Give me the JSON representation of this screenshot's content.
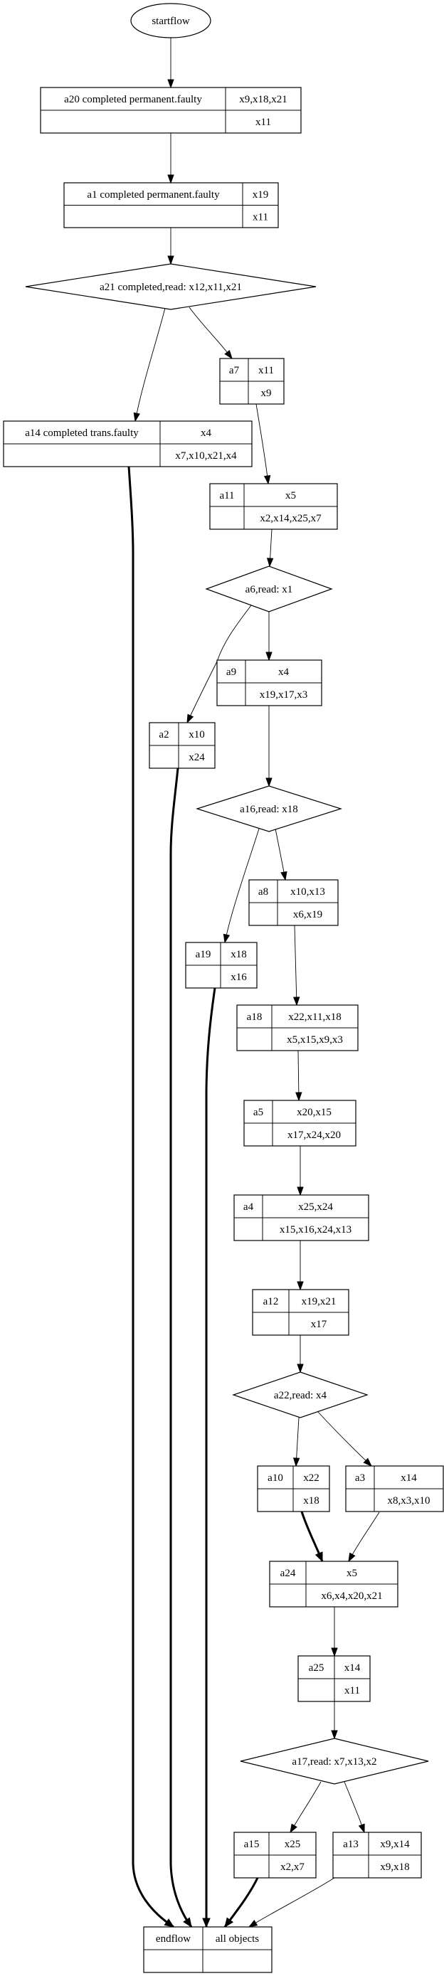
{
  "diagram": {
    "type": "flow-graph",
    "start": {
      "id": "startflow",
      "label": "startflow"
    },
    "nodes": [
      {
        "id": "a20",
        "kind": "record",
        "title": "a20 completed permanent.faulty",
        "top": "x9,x18,x21",
        "bottom": "x11"
      },
      {
        "id": "a1",
        "kind": "record",
        "title": "a1 completed permanent.faulty",
        "top": "x19",
        "bottom": "x11"
      },
      {
        "id": "a21",
        "kind": "decision",
        "label": "a21 completed,read: x12,x11,x21"
      },
      {
        "id": "a7",
        "kind": "record",
        "title": "a7",
        "top": "x11",
        "bottom": "x9"
      },
      {
        "id": "a14",
        "kind": "record",
        "title": "a14 completed trans.faulty",
        "top": "x4",
        "bottom": "x7,x10,x21,x4"
      },
      {
        "id": "a11",
        "kind": "record",
        "title": "a11",
        "top": "x5",
        "bottom": "x2,x14,x25,x7"
      },
      {
        "id": "a6",
        "kind": "decision",
        "label": "a6,read: x1"
      },
      {
        "id": "a9",
        "kind": "record",
        "title": "a9",
        "top": "x4",
        "bottom": "x19,x17,x3"
      },
      {
        "id": "a2",
        "kind": "record",
        "title": "a2",
        "top": "x10",
        "bottom": "x24"
      },
      {
        "id": "a16",
        "kind": "decision",
        "label": "a16,read: x18"
      },
      {
        "id": "a8",
        "kind": "record",
        "title": "a8",
        "top": "x10,x13",
        "bottom": "x6,x19"
      },
      {
        "id": "a19",
        "kind": "record",
        "title": "a19",
        "top": "x18",
        "bottom": "x16"
      },
      {
        "id": "a18",
        "kind": "record",
        "title": "a18",
        "top": "x22,x11,x18",
        "bottom": "x5,x15,x9,x3"
      },
      {
        "id": "a5",
        "kind": "record",
        "title": "a5",
        "top": "x20,x15",
        "bottom": "x17,x24,x20"
      },
      {
        "id": "a4",
        "kind": "record",
        "title": "a4",
        "top": "x25,x24",
        "bottom": "x15,x16,x24,x13"
      },
      {
        "id": "a12",
        "kind": "record",
        "title": "a12",
        "top": "x19,x21",
        "bottom": "x17"
      },
      {
        "id": "a22",
        "kind": "decision",
        "label": "a22,read: x4"
      },
      {
        "id": "a10",
        "kind": "record",
        "title": "a10",
        "top": "x22",
        "bottom": "x18"
      },
      {
        "id": "a3",
        "kind": "record",
        "title": "a3",
        "top": "x14",
        "bottom": "x8,x3,x10"
      },
      {
        "id": "a24",
        "kind": "record",
        "title": "a24",
        "top": "x5",
        "bottom": "x6,x4,x20,x21"
      },
      {
        "id": "a25",
        "kind": "record",
        "title": "a25",
        "top": "x14",
        "bottom": "x11"
      },
      {
        "id": "a17",
        "kind": "decision",
        "label": "a17,read: x7,x13,x2"
      },
      {
        "id": "a15",
        "kind": "record",
        "title": "a15",
        "top": "x25",
        "bottom": "x2,x7"
      },
      {
        "id": "a13",
        "kind": "record",
        "title": "a13",
        "top": "x9,x14",
        "bottom": "x9,x18"
      },
      {
        "id": "endflow",
        "kind": "record",
        "title": "endflow",
        "top": "all objects",
        "bottom": ""
      }
    ],
    "edges": [
      {
        "from": "startflow",
        "to": "a20",
        "bold": false
      },
      {
        "from": "a20",
        "to": "a1",
        "bold": false
      },
      {
        "from": "a1",
        "to": "a21",
        "bold": false
      },
      {
        "from": "a21",
        "to": "a14",
        "bold": false
      },
      {
        "from": "a21",
        "to": "a7",
        "bold": false
      },
      {
        "from": "a7",
        "to": "a11",
        "bold": false
      },
      {
        "from": "a14",
        "to": "endflow",
        "bold": true
      },
      {
        "from": "a11",
        "to": "a6",
        "bold": false
      },
      {
        "from": "a6",
        "to": "a9",
        "bold": false
      },
      {
        "from": "a6",
        "to": "a2",
        "bold": false
      },
      {
        "from": "a2",
        "to": "endflow",
        "bold": true
      },
      {
        "from": "a9",
        "to": "a16",
        "bold": false
      },
      {
        "from": "a16",
        "to": "a8",
        "bold": false
      },
      {
        "from": "a16",
        "to": "a19",
        "bold": false
      },
      {
        "from": "a19",
        "to": "endflow",
        "bold": true
      },
      {
        "from": "a8",
        "to": "a18",
        "bold": false
      },
      {
        "from": "a18",
        "to": "a5",
        "bold": false
      },
      {
        "from": "a5",
        "to": "a4",
        "bold": false
      },
      {
        "from": "a4",
        "to": "a12",
        "bold": false
      },
      {
        "from": "a12",
        "to": "a22",
        "bold": false
      },
      {
        "from": "a22",
        "to": "a10",
        "bold": false
      },
      {
        "from": "a22",
        "to": "a3",
        "bold": false
      },
      {
        "from": "a10",
        "to": "a24",
        "bold": true
      },
      {
        "from": "a3",
        "to": "a24",
        "bold": false
      },
      {
        "from": "a24",
        "to": "a25",
        "bold": false
      },
      {
        "from": "a25",
        "to": "a17",
        "bold": false
      },
      {
        "from": "a17",
        "to": "a15",
        "bold": false
      },
      {
        "from": "a17",
        "to": "a13",
        "bold": false
      },
      {
        "from": "a15",
        "to": "endflow",
        "bold": true
      },
      {
        "from": "a13",
        "to": "endflow",
        "bold": false
      }
    ]
  }
}
